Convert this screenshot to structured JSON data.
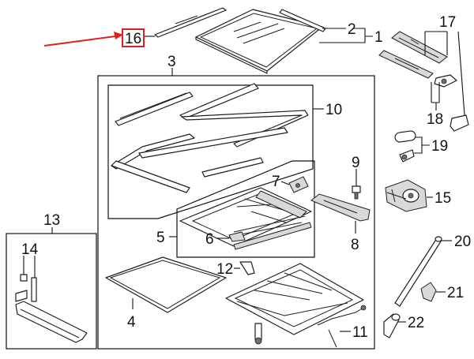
{
  "diagram": {
    "callouts": [
      "1",
      "2",
      "3",
      "4",
      "5",
      "6",
      "7",
      "8",
      "9",
      "10",
      "11",
      "12",
      "13",
      "14",
      "15",
      "16",
      "17",
      "18",
      "19",
      "20",
      "21",
      "22"
    ],
    "highlight_callout": "16",
    "highlight_color": "#e0201b",
    "line_color": "#111111"
  }
}
